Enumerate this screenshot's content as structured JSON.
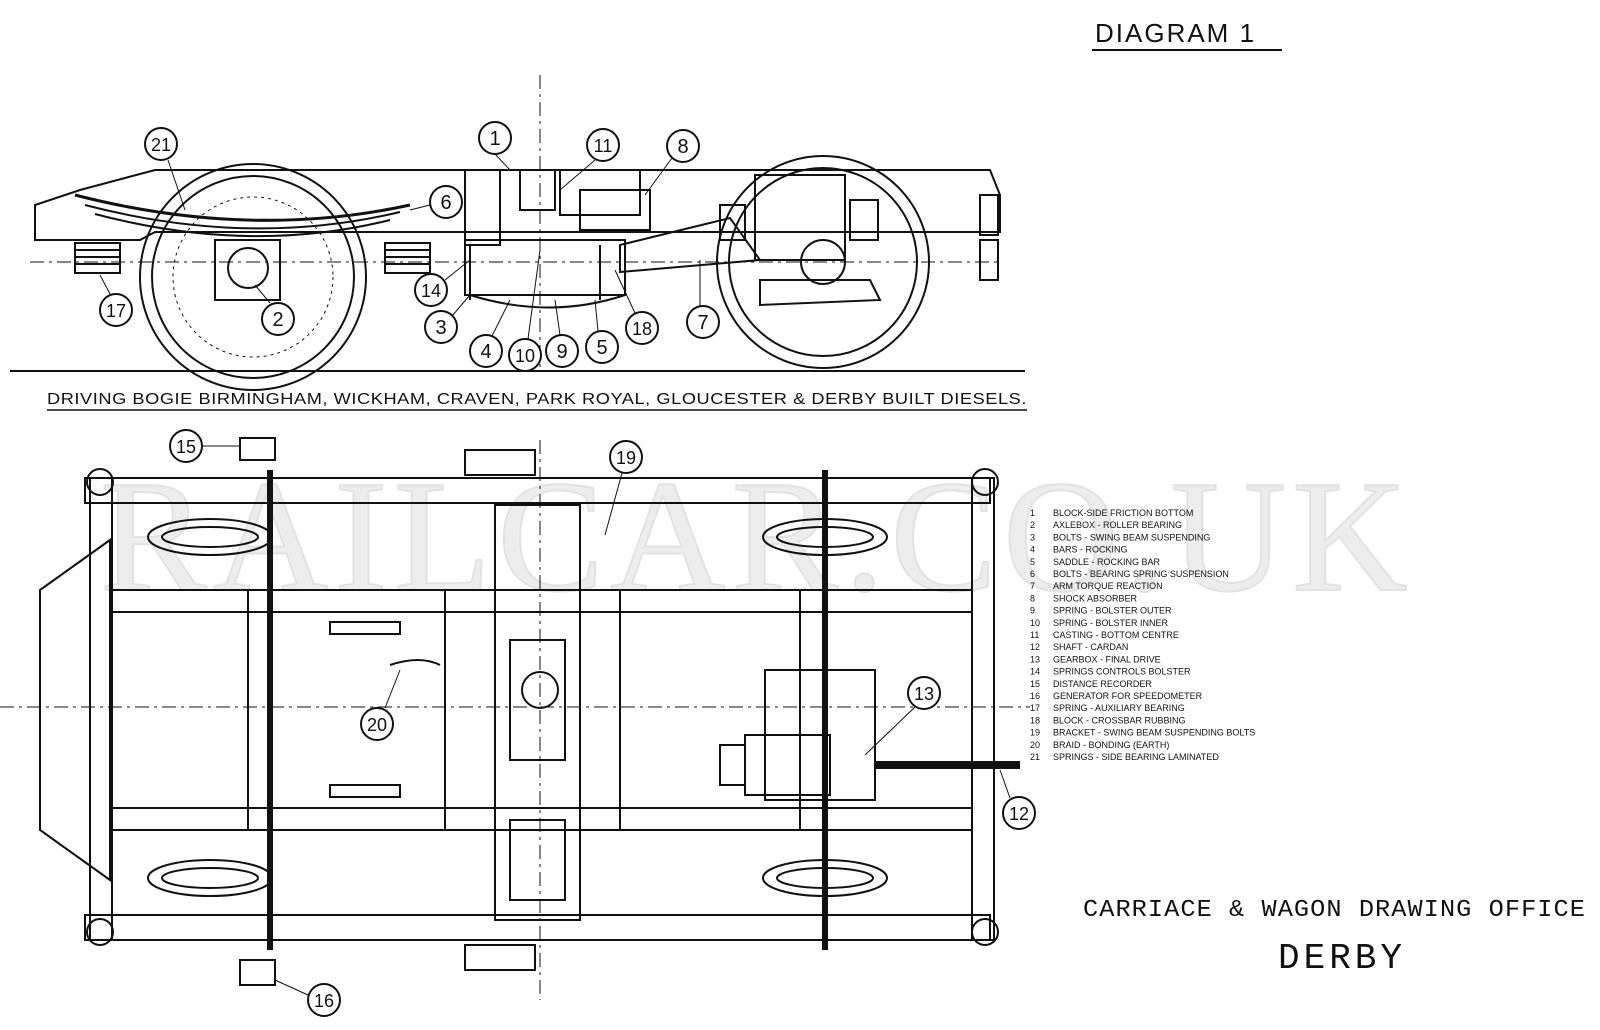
{
  "diagram_title": "DIAGRAM 1",
  "side_view_caption": "DRIVING BOGIE BIRMINGHAM, WICKHAM, CRAVEN, PARK ROYAL, GLOUCESTER & DERBY BUILT DIESELS.",
  "watermark": "RAILCAR.CO.UK",
  "office": {
    "line1": "CARRIACE & WAGON DRAWING OFFICE",
    "line2": "DERBY"
  },
  "callouts": [
    "1",
    "2",
    "3",
    "4",
    "5",
    "6",
    "7",
    "8",
    "9",
    "10",
    "11",
    "12",
    "13",
    "14",
    "15",
    "16",
    "17",
    "18",
    "19",
    "20",
    "21"
  ],
  "legend": [
    {
      "num": "1",
      "text": "BLOCK-SIDE FRICTION BOTTOM"
    },
    {
      "num": "2",
      "text": "AXLEBOX - ROLLER BEARING"
    },
    {
      "num": "3",
      "text": "BOLTS - SWING BEAM SUSPENDING"
    },
    {
      "num": "4",
      "text": "BARS - ROCKING"
    },
    {
      "num": "5",
      "text": "SADDLE - ROCKING BAR"
    },
    {
      "num": "6",
      "text": "BOLTS - BEARING SPRING SUSPENSION"
    },
    {
      "num": "7",
      "text": "ARM TORQUE REACTION"
    },
    {
      "num": "8",
      "text": "SHOCK ABSORBER"
    },
    {
      "num": "9",
      "text": "SPRING - BOLSTER OUTER"
    },
    {
      "num": "10",
      "text": "SPRING - BOLSTER INNER"
    },
    {
      "num": "11",
      "text": "CASTING - BOTTOM CENTRE"
    },
    {
      "num": "12",
      "text": "SHAFT - CARDAN"
    },
    {
      "num": "13",
      "text": "GEARBOX - FINAL DRIVE"
    },
    {
      "num": "14",
      "text": "SPRINGS CONTROLS BOLSTER"
    },
    {
      "num": "15",
      "text": "DISTANCE RECORDER"
    },
    {
      "num": "16",
      "text": "GENERATOR FOR SPEEDOMETER"
    },
    {
      "num": "17",
      "text": "SPRING - AUXILIARY BEARING"
    },
    {
      "num": "18",
      "text": "BLOCK - CROSSBAR RUBBING"
    },
    {
      "num": "19",
      "text": "BRACKET - SWING BEAM SUSPENDING BOLTS"
    },
    {
      "num": "20",
      "text": "BRAID - BONDING (EARTH)"
    },
    {
      "num": "21",
      "text": "SPRINGS - SIDE BEARING LAMINATED"
    }
  ]
}
